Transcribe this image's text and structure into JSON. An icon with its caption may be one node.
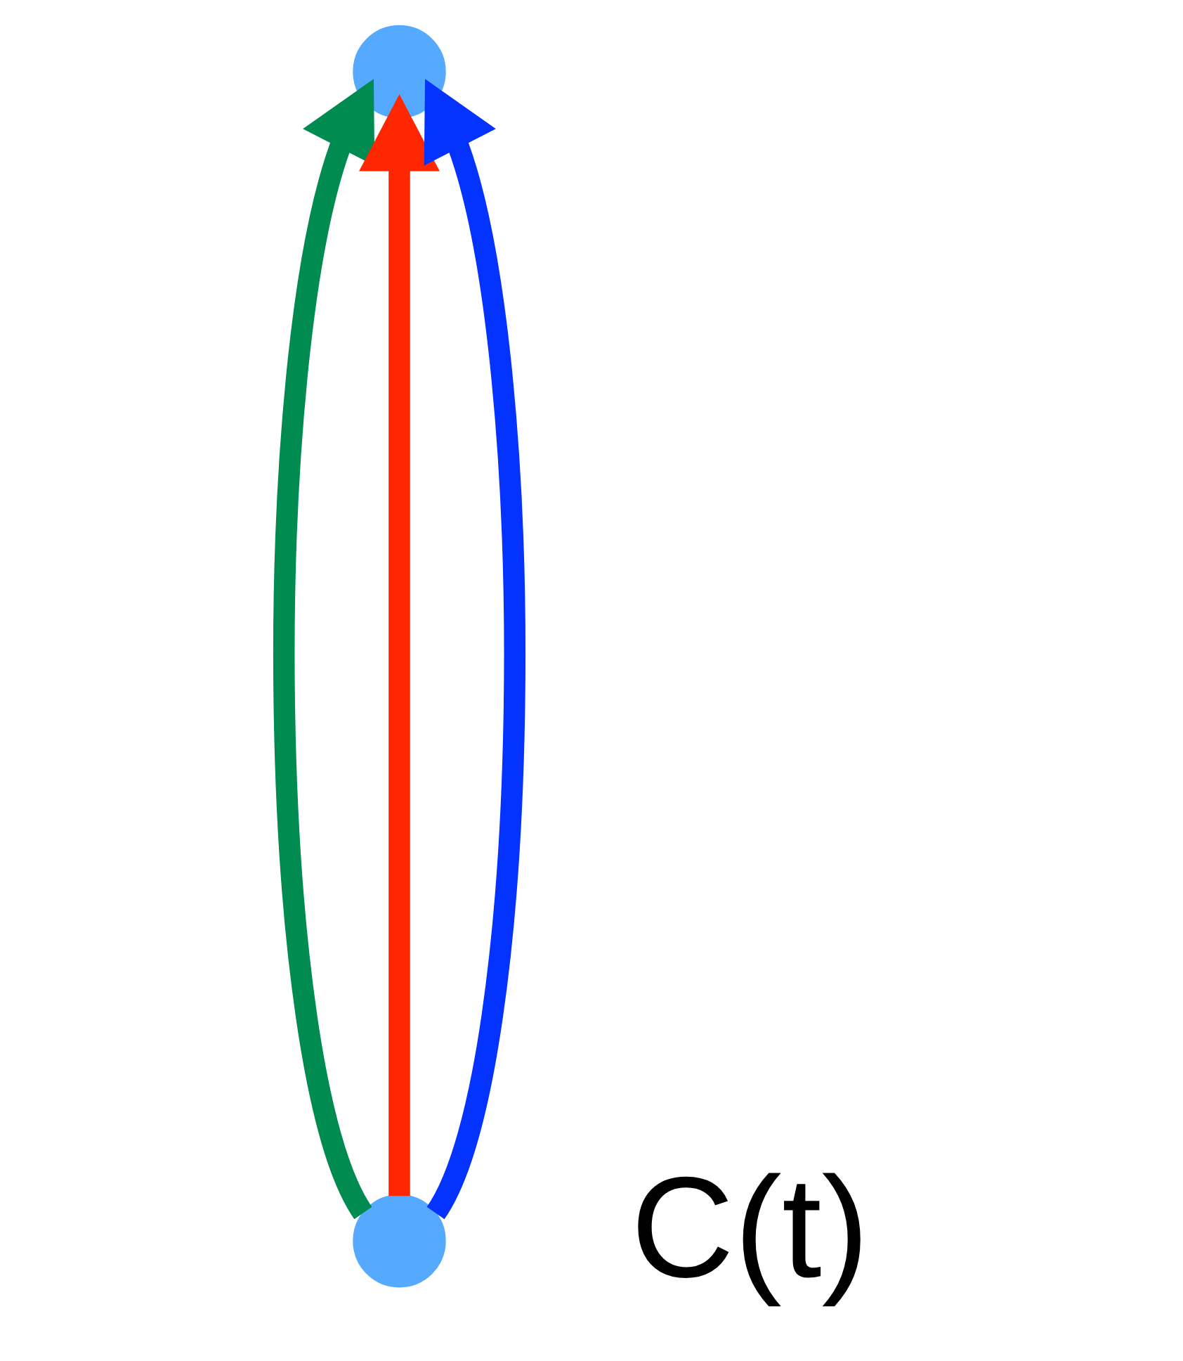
{
  "diagram": {
    "nodes": [
      {
        "text": [],
        "shape": "circle"
      },
      {
        "text": [],
        "shape": "circle"
      }
    ],
    "edges": [
      {
        "from": 1,
        "to": 0,
        "arrow": "to",
        "color": "#008c50"
      },
      {
        "from": 1,
        "to": 0,
        "arrow": "to",
        "color": "#ff2600"
      },
      {
        "from": 1,
        "to": 0,
        "arrow": "to",
        "color": "#0433ff"
      }
    ],
    "labels": [
      "C(t)"
    ]
  }
}
